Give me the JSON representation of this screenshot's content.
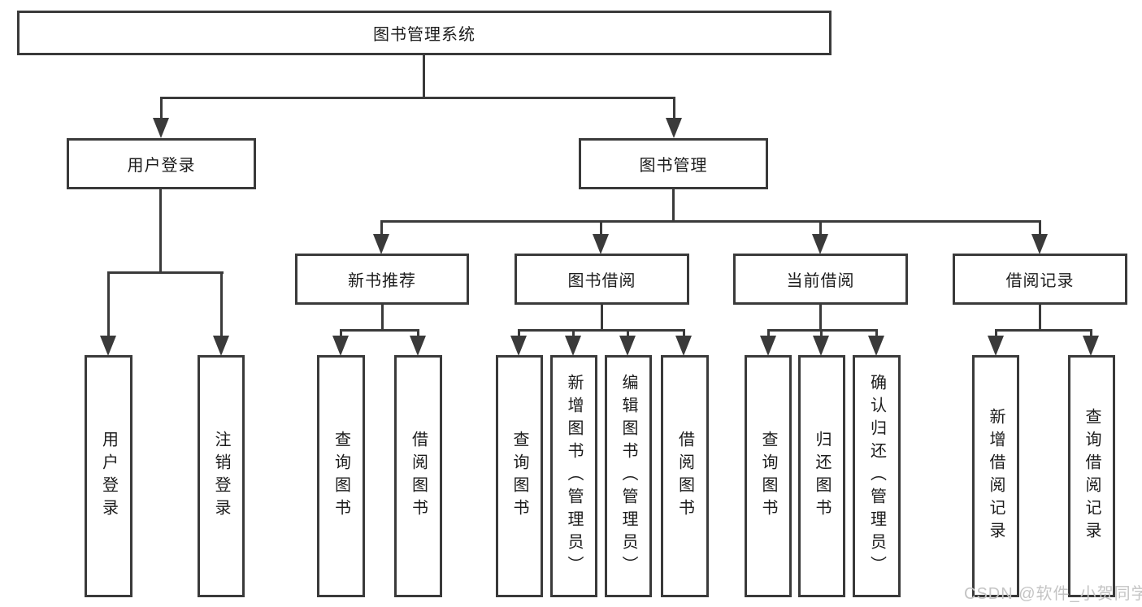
{
  "tree": {
    "label": "图书管理系统",
    "children": [
      {
        "label": "用户登录",
        "children": [
          {
            "label": "用户登录"
          },
          {
            "label": "注销登录"
          }
        ]
      },
      {
        "label": "图书管理",
        "children": [
          {
            "label": "新书推荐",
            "children": [
              {
                "label": "查询图书"
              },
              {
                "label": "借阅图书"
              }
            ]
          },
          {
            "label": "图书借阅",
            "children": [
              {
                "label": "查询图书"
              },
              {
                "label": "新增图书（管理员）"
              },
              {
                "label": "编辑图书（管理员）"
              },
              {
                "label": "借阅图书"
              }
            ]
          },
          {
            "label": "当前借阅",
            "children": [
              {
                "label": "查询图书"
              },
              {
                "label": "归还图书"
              },
              {
                "label": "确认归还（管理员）"
              }
            ]
          },
          {
            "label": "借阅记录",
            "children": [
              {
                "label": "新增借阅记录"
              },
              {
                "label": "查询借阅记录"
              }
            ]
          }
        ]
      }
    ]
  },
  "watermark": {
    "text": "CSDN @软件_小贺同学",
    "color": "#c4c4c4"
  },
  "colors": {
    "line": "#3a3a3a",
    "text": "#1c1c1c",
    "background": "#ffffff"
  }
}
